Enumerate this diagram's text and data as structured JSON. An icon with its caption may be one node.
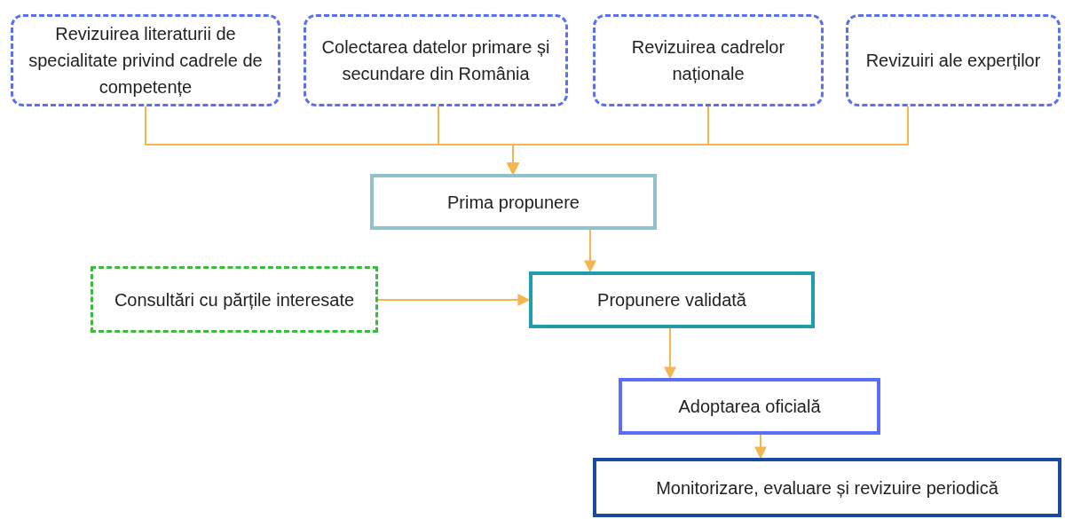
{
  "diagram": {
    "nodes": [
      {
        "text": [
          "Revizuirea literaturii de specialitate privind cadrele de competențe"
        ]
      },
      {
        "text": [
          "Colectarea datelor primare și secundare din România"
        ]
      },
      {
        "text": [
          "Revizuirea cadrelor naționale"
        ]
      },
      {
        "text": [
          "Revizuiri ale experților"
        ]
      },
      {
        "text": [
          "Prima propunere"
        ]
      },
      {
        "text": [
          "Consultări cu părțile interesate"
        ]
      },
      {
        "text": [
          "Propunere validată"
        ]
      },
      {
        "text": [
          "Adoptarea oficială"
        ]
      },
      {
        "text": [
          "Monitorizare, evaluare și revizuire periodică"
        ]
      }
    ],
    "edges": [
      {
        "from": 0,
        "to": 4,
        "arrow": "to"
      },
      {
        "from": 1,
        "to": 4,
        "arrow": "to"
      },
      {
        "from": 2,
        "to": 4,
        "arrow": "to"
      },
      {
        "from": 3,
        "to": 4,
        "arrow": "to"
      },
      {
        "from": 4,
        "to": 6,
        "arrow": "to"
      },
      {
        "from": 5,
        "to": 6,
        "arrow": "to"
      },
      {
        "from": 6,
        "to": 7,
        "arrow": "to"
      },
      {
        "from": 7,
        "to": 8,
        "arrow": "to"
      }
    ]
  }
}
